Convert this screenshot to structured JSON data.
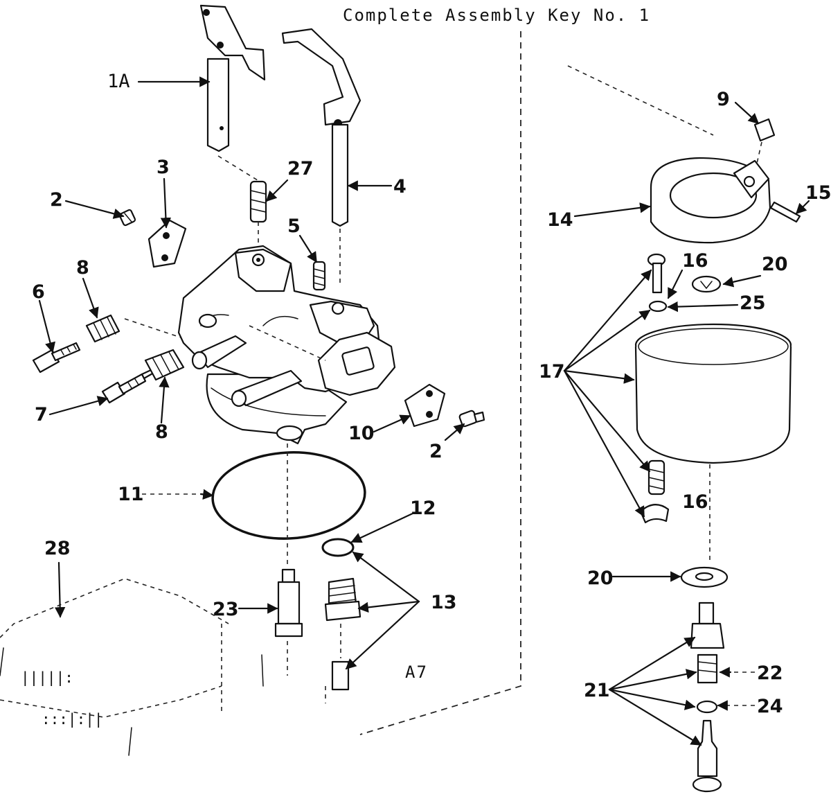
{
  "title": "Complete Assembly Key No. 1",
  "view_label": "A7",
  "labels": {
    "l1A": "1A",
    "l2a": "2",
    "l2b": "2",
    "l3": "3",
    "l4": "4",
    "l5": "5",
    "l6": "6",
    "l7": "7",
    "l8a": "8",
    "l8b": "8",
    "l9": "9",
    "l10": "10",
    "l11": "11",
    "l12": "12",
    "l13": "13",
    "l14": "14",
    "l15": "15",
    "l16a": "16",
    "l16b": "16",
    "l17": "17",
    "l20a": "20",
    "l20b": "20",
    "l21": "21",
    "l22": "22",
    "l23": "23",
    "l24": "24",
    "l25": "25",
    "l27": "27",
    "l28": "28"
  }
}
